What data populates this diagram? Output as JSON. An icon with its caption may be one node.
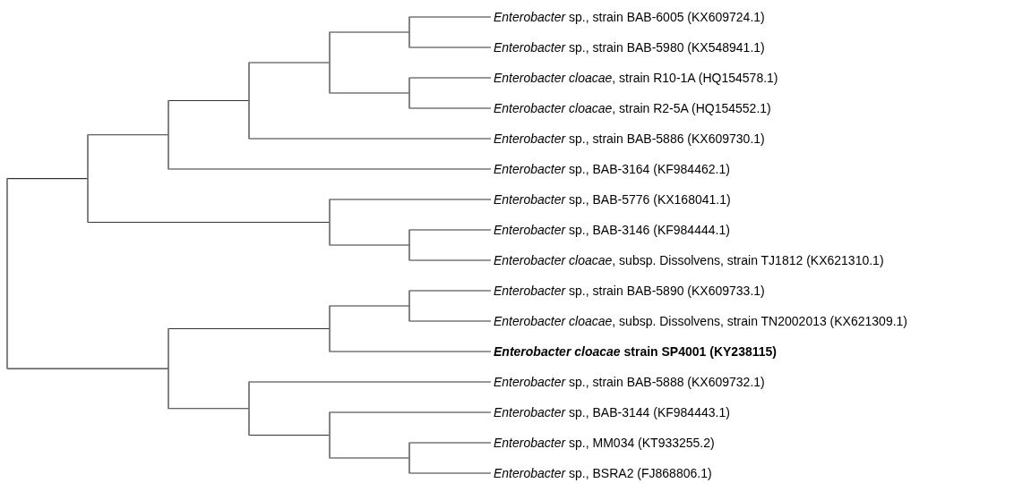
{
  "diagram": {
    "nodes": [
      {
        "text": [
          "*Enterobacter* sp., strain BAB-6005 (KX609724.1)"
        ]
      },
      {
        "text": [
          "*Enterobacter* sp., strain BAB-5980 (KX548941.1)"
        ]
      },
      {
        "text": [
          "*Enterobacter cloacae*, strain R10-1A (HQ154578.1)"
        ]
      },
      {
        "text": [
          "*Enterobacter cloacae*, strain R2-5A (HQ154552.1)"
        ]
      },
      {
        "text": [
          "*Enterobacter* sp., strain BAB-5886 (KX609730.1)"
        ]
      },
      {
        "text": [
          "*Enterobacter* sp., BAB-3164 (KF984462.1)"
        ]
      },
      {
        "text": [
          "*Enterobacter* sp., BAB-5776 (KX168041.1)"
        ]
      },
      {
        "text": [
          "*Enterobacter* sp., BAB-3146 (KF984444.1)"
        ]
      },
      {
        "text": [
          "*Enterobacter cloacae*, subsp. Dissolvens, strain TJ1812 (KX621310.1)"
        ]
      },
      {
        "text": [
          "*Enterobacter* sp., strain BAB-5890 (KX609733.1)"
        ]
      },
      {
        "text": [
          "*Enterobacter cloacae*, subsp. Dissolvens, strain TN2002013 (KX621309.1)"
        ]
      },
      {
        "text": [
          "*Enterobacter cloacae* strain SP4001 (KY238115)"
        ]
      },
      {
        "text": [
          "*Enterobacter* sp., strain BAB-5888 (KX609732.1)"
        ]
      },
      {
        "text": [
          "*Enterobacter* sp., BAB-3144 (KF984443.1)"
        ]
      },
      {
        "text": [
          "*Enterobacter* sp., MM034 (KT933255.2)"
        ]
      },
      {
        "text": [
          "*Enterobacter* sp., BSRA2 (FJ868806.1)"
        ]
      },
      {
        "text": [],
        "shape": "bar"
      },
      {
        "text": [],
        "shape": "bar"
      },
      {
        "text": [],
        "shape": "bar"
      },
      {
        "text": [],
        "shape": "bar"
      },
      {
        "text": [],
        "shape": "bar"
      },
      {
        "text": [],
        "shape": "bar"
      },
      {
        "text": [],
        "shape": "bar"
      },
      {
        "text": [],
        "shape": "bar"
      },
      {
        "text": [],
        "shape": "bar"
      },
      {
        "text": [],
        "shape": "bar"
      },
      {
        "text": [],
        "shape": "bar"
      },
      {
        "text": [],
        "shape": "bar"
      },
      {
        "text": [],
        "shape": "bar"
      },
      {
        "text": [],
        "shape": "bar"
      },
      {
        "text": [],
        "shape": "bar"
      }
    ],
    "edges": [
      {
        "from": 16,
        "to": 17,
        "arrow": "none"
      },
      {
        "from": 16,
        "to": 19,
        "arrow": "none"
      },
      {
        "from": 17,
        "to": 18,
        "arrow": "none"
      },
      {
        "from": 17,
        "to": 23,
        "arrow": "none"
      },
      {
        "from": 18,
        "to": 20,
        "arrow": "none"
      },
      {
        "from": 18,
        "to": 5,
        "arrow": "none"
      },
      {
        "from": 20,
        "to": 22,
        "arrow": "none"
      },
      {
        "from": 20,
        "to": 4,
        "arrow": "none"
      },
      {
        "from": 22,
        "to": 26,
        "arrow": "none"
      },
      {
        "from": 22,
        "to": 27,
        "arrow": "none"
      },
      {
        "from": 26,
        "to": 0,
        "arrow": "none"
      },
      {
        "from": 26,
        "to": 1,
        "arrow": "none"
      },
      {
        "from": 27,
        "to": 2,
        "arrow": "none"
      },
      {
        "from": 27,
        "to": 3,
        "arrow": "none"
      },
      {
        "from": 23,
        "to": 6,
        "arrow": "none"
      },
      {
        "from": 23,
        "to": 28,
        "arrow": "none"
      },
      {
        "from": 28,
        "to": 7,
        "arrow": "none"
      },
      {
        "from": 28,
        "to": 8,
        "arrow": "none"
      },
      {
        "from": 19,
        "to": 24,
        "arrow": "none"
      },
      {
        "from": 19,
        "to": 21,
        "arrow": "none"
      },
      {
        "from": 24,
        "to": 29,
        "arrow": "none"
      },
      {
        "from": 24,
        "to": 11,
        "arrow": "none"
      },
      {
        "from": 29,
        "to": 9,
        "arrow": "none"
      },
      {
        "from": 29,
        "to": 10,
        "arrow": "none"
      },
      {
        "from": 21,
        "to": 12,
        "arrow": "none"
      },
      {
        "from": 21,
        "to": 25,
        "arrow": "none"
      },
      {
        "from": 25,
        "to": 13,
        "arrow": "none"
      },
      {
        "from": 25,
        "to": 30,
        "arrow": "none"
      },
      {
        "from": 30,
        "to": 14,
        "arrow": "none"
      },
      {
        "from": 30,
        "to": 15,
        "arrow": "none"
      }
    ]
  }
}
